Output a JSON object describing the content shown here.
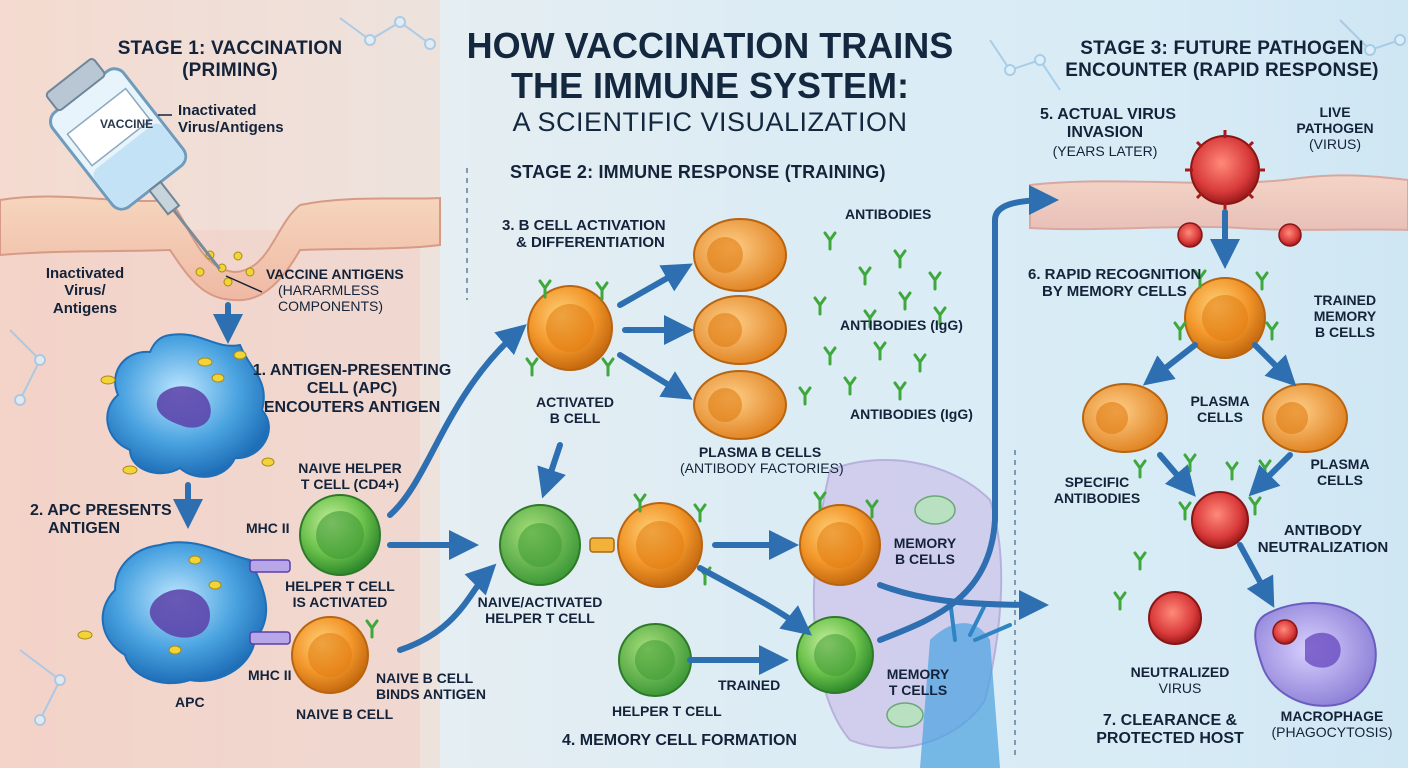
{
  "title": {
    "line1": "HOW VACCINATION TRAINS",
    "line2": "THE IMMUNE SYSTEM:",
    "line3": "A SCIENTIFIC VISUALIZATION"
  },
  "stage1": {
    "title_line1": "STAGE 1: VACCINATION",
    "title_line2": "(PRIMING)",
    "vial_label": "VACCINE",
    "vial_note_line1": "Inactivated",
    "vial_note_line2": "Virus/Antigens",
    "skin_left_line1": "Inactivated",
    "skin_left_line2": "Virus/",
    "skin_left_line3": "Antigens",
    "antigens_line1": "VACCINE ANTIGENS",
    "antigens_line2": "(HARARMLESS",
    "antigens_line3": "COMPONENTS)",
    "step1_line1": "1. ANTIGEN-PRESENTING",
    "step1_line2": "CELL (APC)",
    "step1_line3": "ENCOUTERS ANTIGEN",
    "step2_line1": "2. APC PRESENTS",
    "step2_line2": "ANTIGEN",
    "mhc_top": "MHC II",
    "mhc_bottom": "MHC II",
    "apc": "APC",
    "naive_helper_line1": "NAIVE HELPER",
    "naive_helper_line2": "T CELL (CD4+)",
    "helper_activated_line1": "HELPER T CELL",
    "helper_activated_line2": "IS ACTIVATED",
    "naive_b_binds_line1": "NAIVE B CELL",
    "naive_b_binds_line2": "BINDS ANTIGEN",
    "naive_b": "NAIVE B CELL"
  },
  "stage2": {
    "title": "STAGE 2: IMMUNE RESPONSE (TRAINING)",
    "step3_line1": "3. B CELL ACTIVATION",
    "step3_line2": "& DIFFERENTIATION",
    "activated_line1": "ACTIVATED",
    "activated_line2": "B CELL",
    "antibodies_top": "ANTIBODIES",
    "antibodies_mid": "ANTIBODIES (IgG)",
    "antibodies_low": "ANTIBODIES (IgG)",
    "plasma_line1": "PLASMA B CELLS",
    "plasma_line2": "(ANTIBODY FACTORIES)",
    "naive_activated_line1": "NAIVE/ACTIVATED",
    "naive_activated_line2": "HELPER T CELL",
    "helper_t": "HELPER T CELL",
    "trained": "TRAINED",
    "memory_b_line1": "MEMORY",
    "memory_b_line2": "B CELLS",
    "memory_t_line1": "MEMORY",
    "memory_t_line2": "T CELLS",
    "step4": "4. MEMORY CELL FORMATION"
  },
  "stage3": {
    "title_line1": "STAGE 3: FUTURE PATHOGEN",
    "title_line2": "ENCOUNTER (RAPID RESPONSE)",
    "step5_line1": "5. ACTUAL VIRUS",
    "step5_line2": "INVASION",
    "step5_line3": "(YEARS LATER)",
    "live_line1": "LIVE",
    "live_line2": "PATHOGEN",
    "live_line3": "(VIRUS)",
    "step6_line1": "6. RAPID RECOGNITION",
    "step6_line2": "BY MEMORY CELLS",
    "trained_mem_line1": "TRAINED",
    "trained_mem_line2": "MEMORY",
    "trained_mem_line3": "B CELLS",
    "plasma_center_line1": "PLASMA",
    "plasma_center_line2": "CELLS",
    "plasma_right_line1": "PLASMA",
    "plasma_right_line2": "CELLS",
    "specific_line1": "SPECIFIC",
    "specific_line2": "ANTIBODIES",
    "neutralization_line1": "ANTIBODY",
    "neutralization_line2": "NEUTRALIZATION",
    "neutralized_line1": "NEUTRALIZED",
    "neutralized_line2": "VIRUS",
    "macrophage_line1": "MACROPHAGE",
    "macrophage_line2": "(PHAGOCYTOSIS)",
    "step7_line1": "7. CLEARANCE &",
    "step7_line2": "PROTECTED HOST"
  },
  "colors": {
    "b_cell": "#f2962a",
    "t_cell": "#5fb547",
    "apc": "#4aa3e0",
    "virus": "#d93a3a",
    "antibody": "#4bb04a",
    "arrow": "#2d6fb0",
    "macrophage": "#8c7fd6",
    "text": "#14233a"
  }
}
